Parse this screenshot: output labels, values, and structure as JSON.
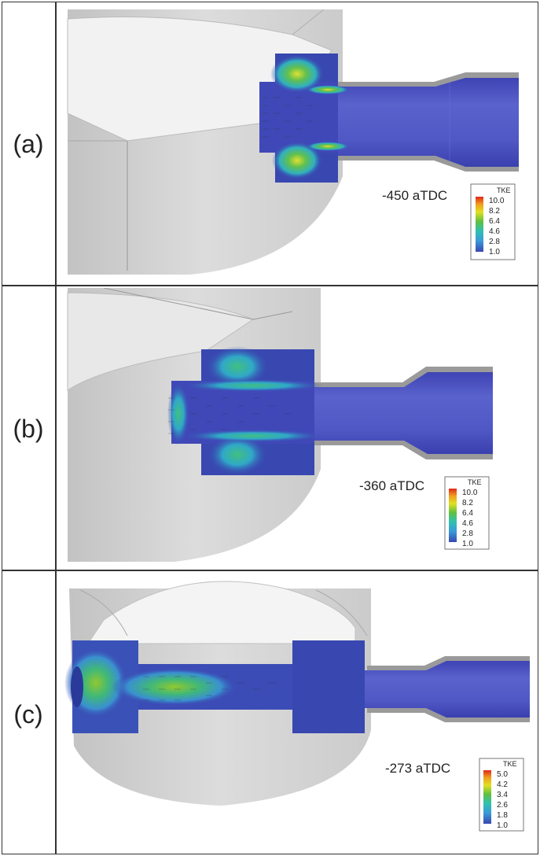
{
  "panels": [
    {
      "label": "(a)",
      "time": "-450 aTDC",
      "legend": {
        "title": "TKE",
        "ticks": [
          "10.0",
          "8.2",
          "6.4",
          "4.6",
          "2.8",
          "1.0"
        ]
      }
    },
    {
      "label": "(b)",
      "time": "-360 aTDC",
      "legend": {
        "title": "TKE",
        "ticks": [
          "10.0",
          "8.2",
          "6.4",
          "4.6",
          "2.8",
          "1.0"
        ]
      }
    },
    {
      "label": "(c)",
      "time": "-273 aTDC",
      "legend": {
        "title": "TKE",
        "ticks": [
          "5.0",
          "4.2",
          "3.4",
          "2.6",
          "1.8",
          "1.0"
        ]
      }
    }
  ],
  "colors": {
    "colormap": [
      "#e03020",
      "#f0a020",
      "#e8e020",
      "#70c030",
      "#30b8a0",
      "#3a9ad8",
      "#3848b0"
    ],
    "geometry_gray": "#c4c4c4",
    "pipe_blue": "#4a52c0"
  }
}
